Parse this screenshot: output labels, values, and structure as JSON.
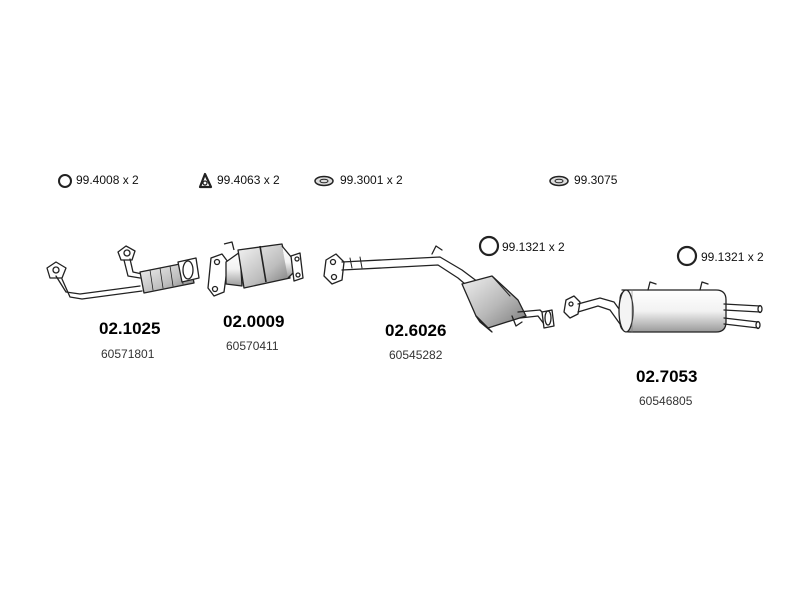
{
  "hardware": [
    {
      "id": "ring-clamp",
      "label": "99.4008 x 2"
    },
    {
      "id": "triangle-gasket",
      "label": "99.4063 x 2"
    },
    {
      "id": "hanger-rubber",
      "label": "99.3001 x 2"
    },
    {
      "id": "hanger-rubber-single",
      "label": "99.3075"
    },
    {
      "id": "ring-seal-mid",
      "label": "99.1321 x 2"
    },
    {
      "id": "ring-seal-rear",
      "label": "99.1321 x 2"
    }
  ],
  "parts": [
    {
      "id": "front-pipe",
      "number": "02.1025",
      "oem": "60571801"
    },
    {
      "id": "catalytic-converter",
      "number": "02.0009",
      "oem": "60570411"
    },
    {
      "id": "middle-silencer",
      "number": "02.6026",
      "oem": "60545282"
    },
    {
      "id": "rear-silencer",
      "number": "02.7053",
      "oem": "60546805"
    }
  ],
  "colors": {
    "line": "#222222",
    "fill": "#ffffff",
    "shade": "#bbbbbb",
    "dark_shade": "#8a8a8a"
  }
}
